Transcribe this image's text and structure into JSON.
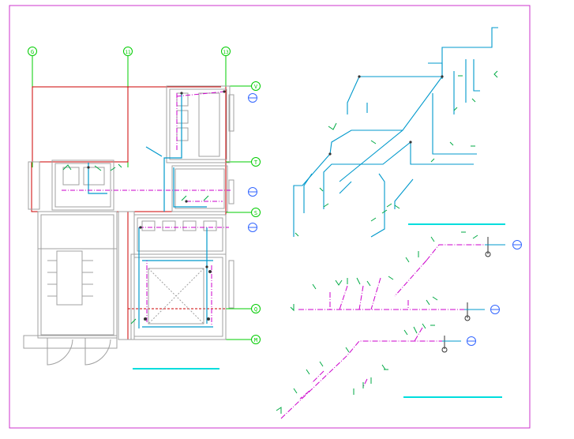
{
  "drawing": {
    "grid_markers": [
      {
        "id": "col-a",
        "text": "G"
      },
      {
        "id": "col-b",
        "text": "11"
      },
      {
        "id": "col-c",
        "text": "13"
      },
      {
        "id": "row-a",
        "text": "V"
      },
      {
        "id": "row-b",
        "text": "T"
      },
      {
        "id": "row-c",
        "text": "S"
      },
      {
        "id": "row-d",
        "text": "Q"
      },
      {
        "id": "row-e",
        "text": "M"
      }
    ],
    "colors": {
      "frame": "#cc33cc",
      "wall": "#a0a0a0",
      "axis": "#00cc00",
      "boundary": "#cc0000",
      "supply_pipe": "#0099cc",
      "drain_pipe": "#cc00cc",
      "fixture_tag": "#00aa44",
      "valve": "#333333",
      "title_underline": "#00dddd",
      "marker_blue": "#3366ff"
    },
    "views": [
      "floor-plan",
      "supply-isometric",
      "drainage-isometric"
    ]
  }
}
